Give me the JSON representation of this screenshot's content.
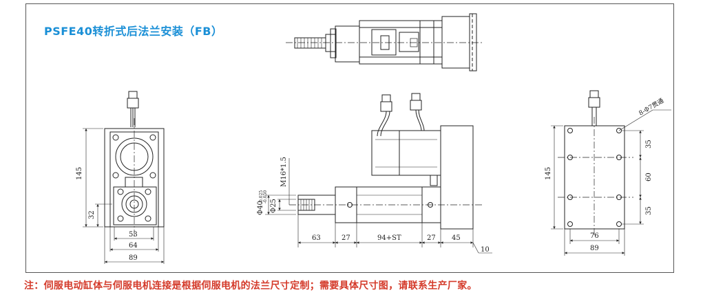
{
  "title": "PSFE40转折式后法兰安装（FB）",
  "note": "注：伺服电动缸体与伺服电机连接是根据伺服电机的法兰尺寸定制；需要具体尺寸图，请联系生产厂家。",
  "colors": {
    "title": "#1a8fd6",
    "note": "#d43a2a",
    "line": "#222222",
    "frame": "#555555"
  },
  "left_view": {
    "h145": "145",
    "h32": "32",
    "w53": "53",
    "w64": "64",
    "w89": "89"
  },
  "front_view": {
    "thread": "M16*1.5",
    "dia40": "Φ40",
    "tol_upper": "-0.025",
    "tol_lower": "-0.050",
    "dia25": "Φ25",
    "d63": "63",
    "d27a": "27",
    "d94": "94+ST",
    "d27b": "27",
    "d45": "45",
    "d10": "10"
  },
  "right_view": {
    "holes": "8-Φ7贯通",
    "h145": "145",
    "d35a": "35",
    "d60": "60",
    "d35b": "35",
    "w76": "76",
    "w89": "89"
  }
}
